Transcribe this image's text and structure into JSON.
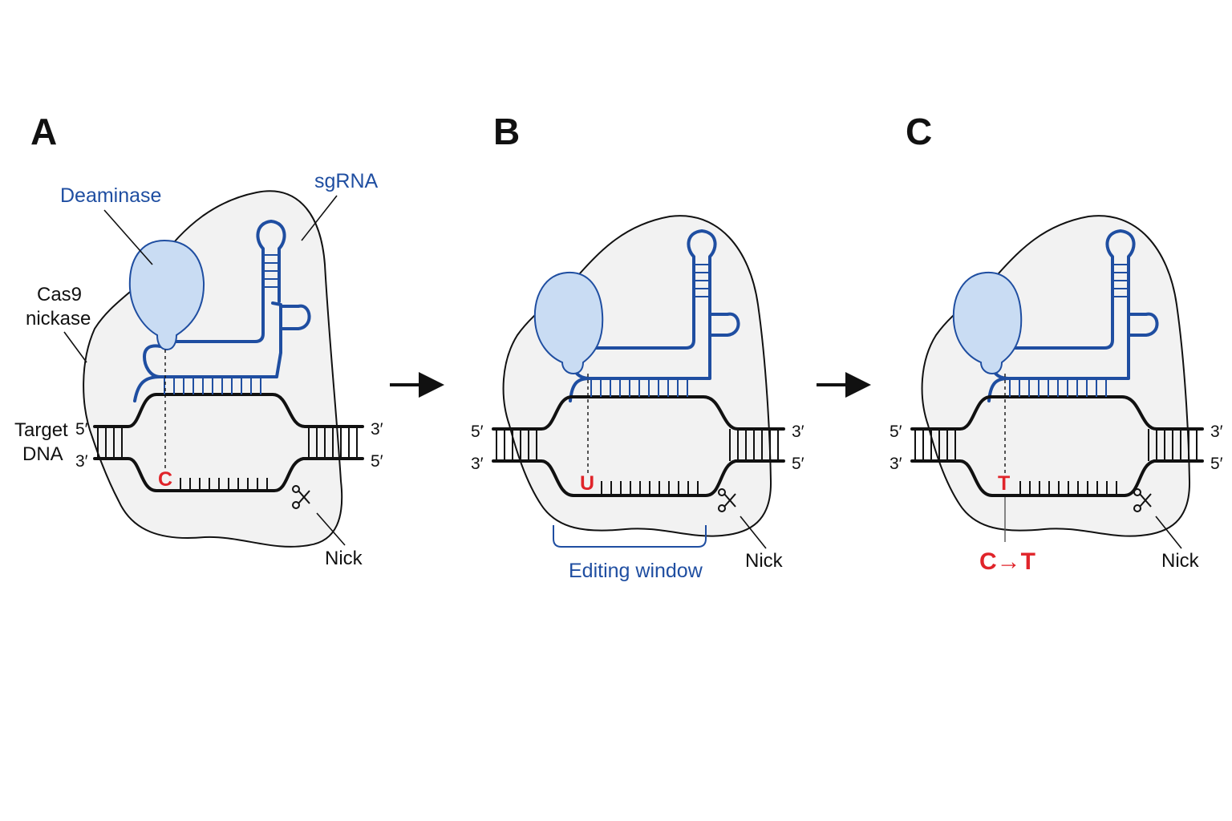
{
  "panels": [
    {
      "label": "A",
      "base": "C",
      "labels": {
        "deaminase": "Deaminase",
        "sgrna": "sgRNA",
        "cas9_line1": "Cas9",
        "cas9_line2": "nickase",
        "target_line1": "Target",
        "target_line2": "DNA",
        "nick": "Nick"
      },
      "ends": {
        "top_left": "5′",
        "bottom_left": "3′",
        "top_right": "3′",
        "bottom_right": "5′"
      }
    },
    {
      "label": "B",
      "base": "U",
      "labels": {
        "editing_window": "Editing window",
        "nick": "Nick"
      },
      "ends": {
        "top_left": "5′",
        "bottom_left": "3′",
        "top_right": "3′",
        "bottom_right": "5′"
      }
    },
    {
      "label": "C",
      "base": "T",
      "labels": {
        "conversion": "C→T",
        "nick": "Nick"
      },
      "ends": {
        "top_left": "5′",
        "bottom_left": "3′",
        "top_right": "3′",
        "bottom_right": "5′"
      }
    }
  ],
  "colors": {
    "rna": "#1f4ea1",
    "deaminase_fill": "#c9dcf3",
    "cas9_fill": "#f2f2f2",
    "edited_base": "#e0242a",
    "dna": "#111111"
  },
  "icons": [
    "scissors-icon",
    "arrow-right-icon"
  ]
}
